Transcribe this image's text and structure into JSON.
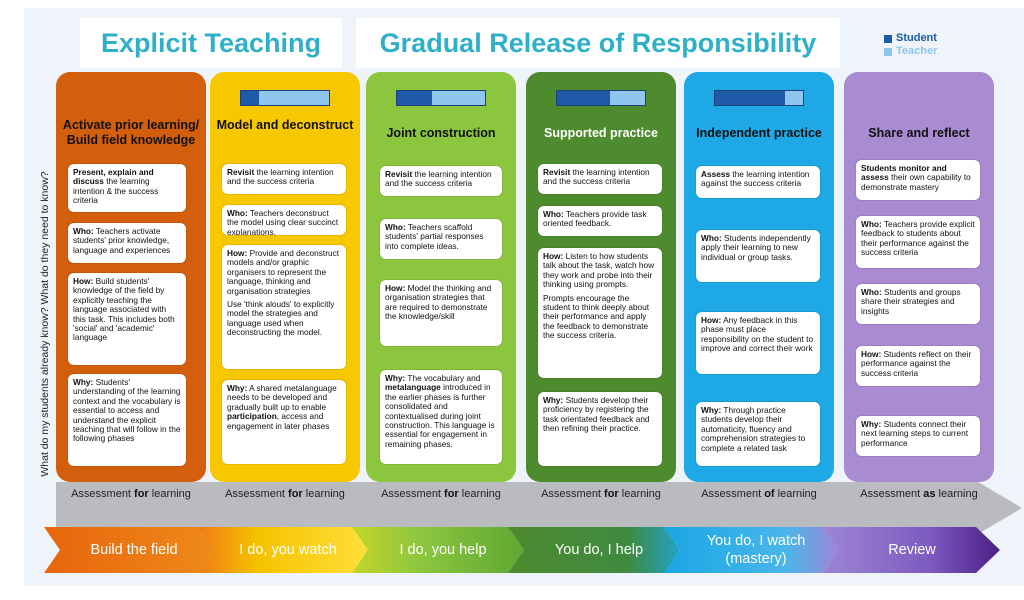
{
  "header": {
    "explicit_title": "Explicit Teaching",
    "grr_title": "Gradual Release of Responsibility"
  },
  "legend": {
    "student": "Student",
    "teacher": "Teacher",
    "student_color": "#1e5aa8",
    "teacher_color": "#8ec6ee"
  },
  "side_label": "What do my students already know?  What do they need to know?",
  "columns": [
    {
      "title": "Activate prior learning/ Build field knowledge",
      "color": "#d35f0c",
      "cards": [
        {
          "label": "Present, explain and discuss",
          "text": " the learning intention & the success criteria"
        },
        {
          "label": "Who:",
          "text": " Teachers activate students' prior knowledge, language and experiences"
        },
        {
          "label": "How:",
          "text": "  Build students' knowledge of the field by explicitly teaching the language associated with this task. This includes both 'social' and 'academic' language"
        },
        {
          "label": "Why:",
          "text": " Students' understanding of the learning context and the vocabulary is essential to access and understand the explicit teaching that will follow in the following phases"
        }
      ],
      "assessment_prefix": "Assessment ",
      "assessment_bold": "for",
      "assessment_suffix": " learning"
    },
    {
      "title": "Model and deconstruct",
      "color": "#f7c800",
      "student_share": 0.2,
      "cards": [
        {
          "label": "Revisit",
          "text": " the learning intention and the success criteria"
        },
        {
          "label": "Who:",
          "text": " Teachers deconstruct the model using clear succinct explanations."
        },
        {
          "label": "How:",
          "text": "  Provide and deconstruct models and/or graphic organisers to represent the language, thinking and organisation strategies",
          "extra": "Use 'think alouds' to explicitly model the strategies and language used when deconstructing the model."
        },
        {
          "label": "Why:",
          "text": " A shared metalanguage needs to be developed and gradually built up to enable ",
          "bold2": "participation",
          "text2": ", access and engagement in later phases"
        }
      ],
      "assessment_prefix": "Assessment ",
      "assessment_bold": "for",
      "assessment_suffix": " learning"
    },
    {
      "title": "Joint construction",
      "color": "#8cc63f",
      "student_share": 0.4,
      "cards": [
        {
          "label": "Revisit",
          "text": " the learning intention and the success criteria"
        },
        {
          "label": "Who:",
          "text": " Teachers scaffold students' partial responses into complete ideas."
        },
        {
          "label": "How:",
          "text": "  Model the thinking and organisation strategies that are required to demonstrate the knowledge/skill"
        },
        {
          "label": "Why:",
          "text": " The vocabulary and ",
          "bold2": "metalanguage",
          "text2": " introduced in the earlier phases is further consolidated and contextualised during joint construction.  This language is essential for engagement in remaining phases."
        }
      ],
      "assessment_prefix": "Assessment ",
      "assessment_bold": "for",
      "assessment_suffix": " learning"
    },
    {
      "title": "Supported practice",
      "color": "#4e8a2e",
      "student_share": 0.6,
      "cards": [
        {
          "label": "Revisit",
          "text": " the learning intention and the success criteria"
        },
        {
          "label": "Who:",
          "text": " Teachers provide task oriented feedback."
        },
        {
          "label": "How:",
          "text": "  Listen to how students talk about the task, watch how they work and probe into their thinking using prompts.",
          "extra": "Prompts encourage the student to think deeply about their performance and apply the feedback to demonstrate the success criteria."
        },
        {
          "label": "Why:",
          "text": " Students develop their proficiency by registering the task orientated feedback and then refining their practice."
        }
      ],
      "assessment_prefix": "Assessment ",
      "assessment_bold": "for",
      "assessment_suffix": " learning"
    },
    {
      "title": "Independent practice",
      "color": "#1ea9e6",
      "student_share": 0.8,
      "cards": [
        {
          "label": "Assess",
          "text": " the learning intention against the success criteria"
        },
        {
          "label": "Who:",
          "text": " Students independently apply their learning to new individual or group tasks."
        },
        {
          "label": "How:",
          "text": " Any feedback in this phase must place responsibility on the student to improve and correct their work"
        },
        {
          "label": "Why:",
          "text": " Through practice students develop their automaticity,  fluency and comprehension strategies to complete a related task"
        }
      ],
      "assessment_prefix": "Assessment ",
      "assessment_bold": "of",
      "assessment_suffix": " learning"
    },
    {
      "title": "Share and reflect",
      "color": "#a98bd1",
      "cards": [
        {
          "label": "Students monitor and assess",
          "text": " their own capability to demonstrate mastery"
        },
        {
          "label": "Who:",
          "text": " Teachers provide explicit feedback to students about their performance against the success criteria"
        },
        {
          "label": "Who:",
          "text": " Students and groups share their strategies and insights"
        },
        {
          "label": "How:",
          "text": " Students reflect on their performance against the success criteria"
        },
        {
          "label": "Why:",
          "text": " Students connect their next learning steps to current performance"
        }
      ],
      "assessment_prefix": "Assessment ",
      "assessment_bold": "as",
      "assessment_suffix": " learning"
    }
  ],
  "phases": [
    {
      "label": "Build the field",
      "color": "#e06a10"
    },
    {
      "label": "I do, you watch",
      "color": "#f2c200"
    },
    {
      "label": "I do, you help",
      "color": "#7ab83a"
    },
    {
      "label": "You do, I help",
      "color": "#4a8a2c"
    },
    {
      "label": "You do, I watch (mastery)",
      "color": "#1ea9e6"
    },
    {
      "label": "Review",
      "color": "#9b7bd0"
    }
  ]
}
